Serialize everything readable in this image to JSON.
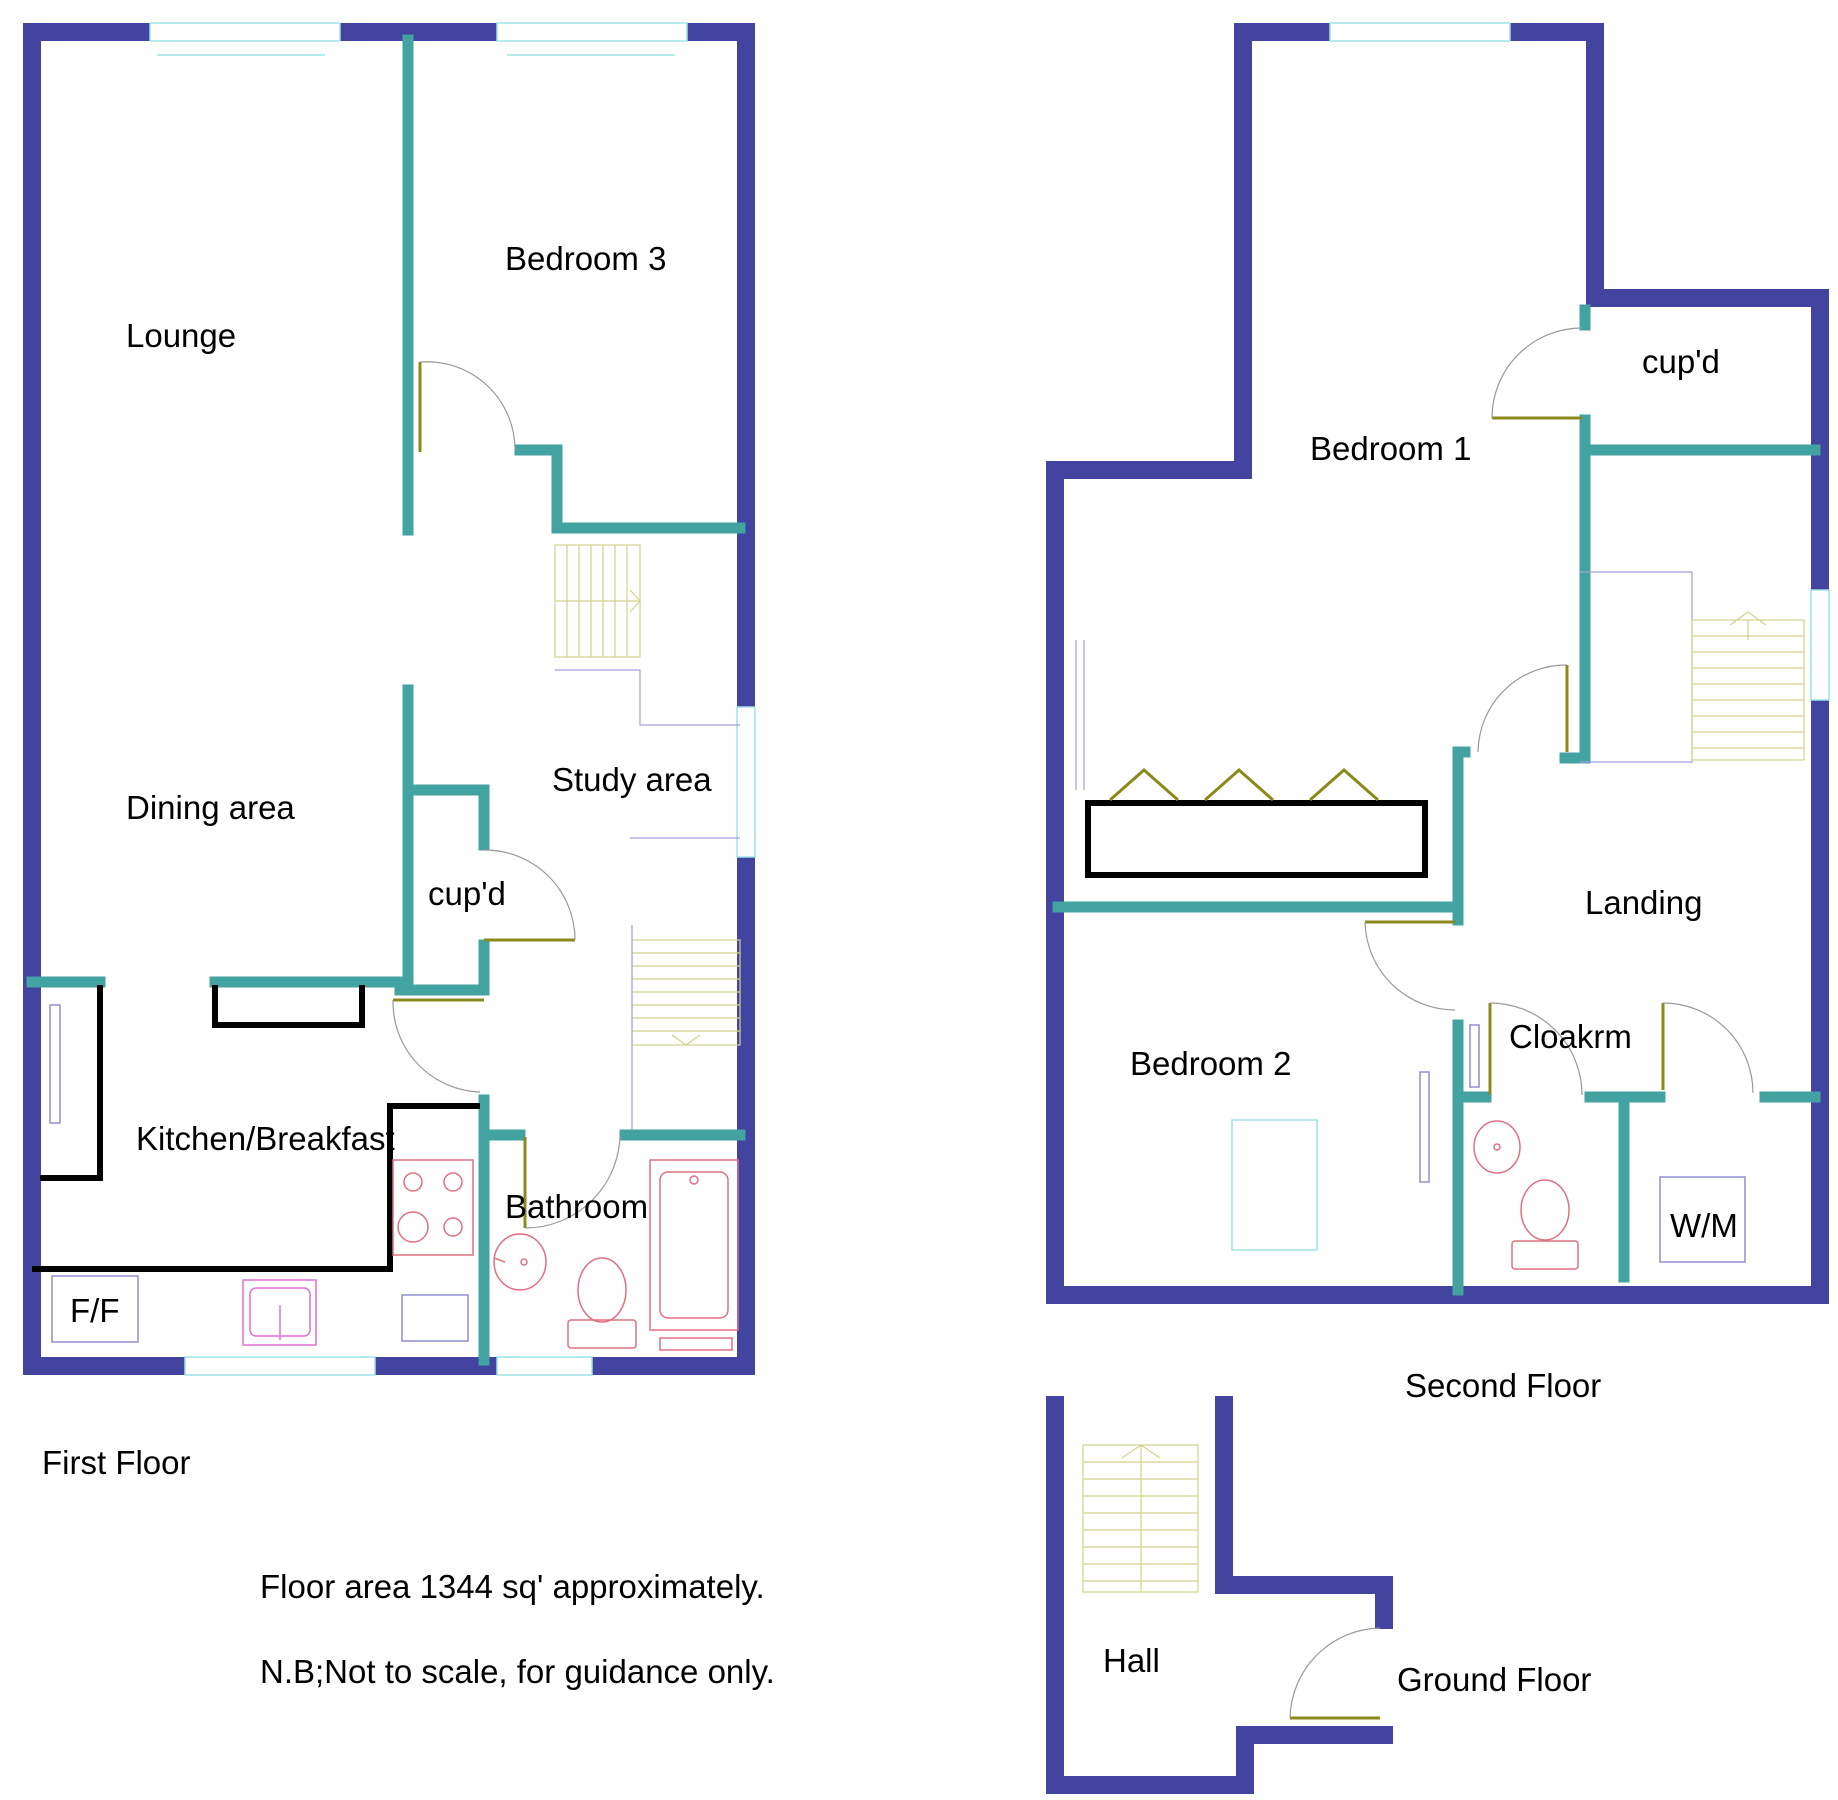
{
  "floors": {
    "first": {
      "title": "First Floor",
      "rooms": {
        "lounge": "Lounge",
        "bedroom3": "Bedroom 3",
        "dining": "Dining area",
        "study": "Study area",
        "cupboard": "cup'd",
        "kitchen": "Kitchen/Breakfast",
        "bathroom": "Bathroom",
        "fridge_freezer": "F/F"
      }
    },
    "second": {
      "title": "Second Floor",
      "rooms": {
        "bedroom1": "Bedroom 1",
        "cupboard": "cup'd",
        "landing": "Landing",
        "bedroom2": "Bedroom 2",
        "cloakroom": "Cloakrm",
        "washing_machine": "W/M"
      }
    },
    "ground": {
      "title": "Ground Floor",
      "rooms": {
        "hall": "Hall"
      }
    }
  },
  "notes": {
    "area": "Floor area 1344 sq' approximately.",
    "disclaimer": "N.B;Not to scale, for guidance only."
  },
  "colors": {
    "outer_wall": "#4343a0",
    "inner_wall": "#42a3a0",
    "door": "#8a8a1c",
    "stairs": "#d2d28c",
    "sanitary": "#e07080"
  }
}
